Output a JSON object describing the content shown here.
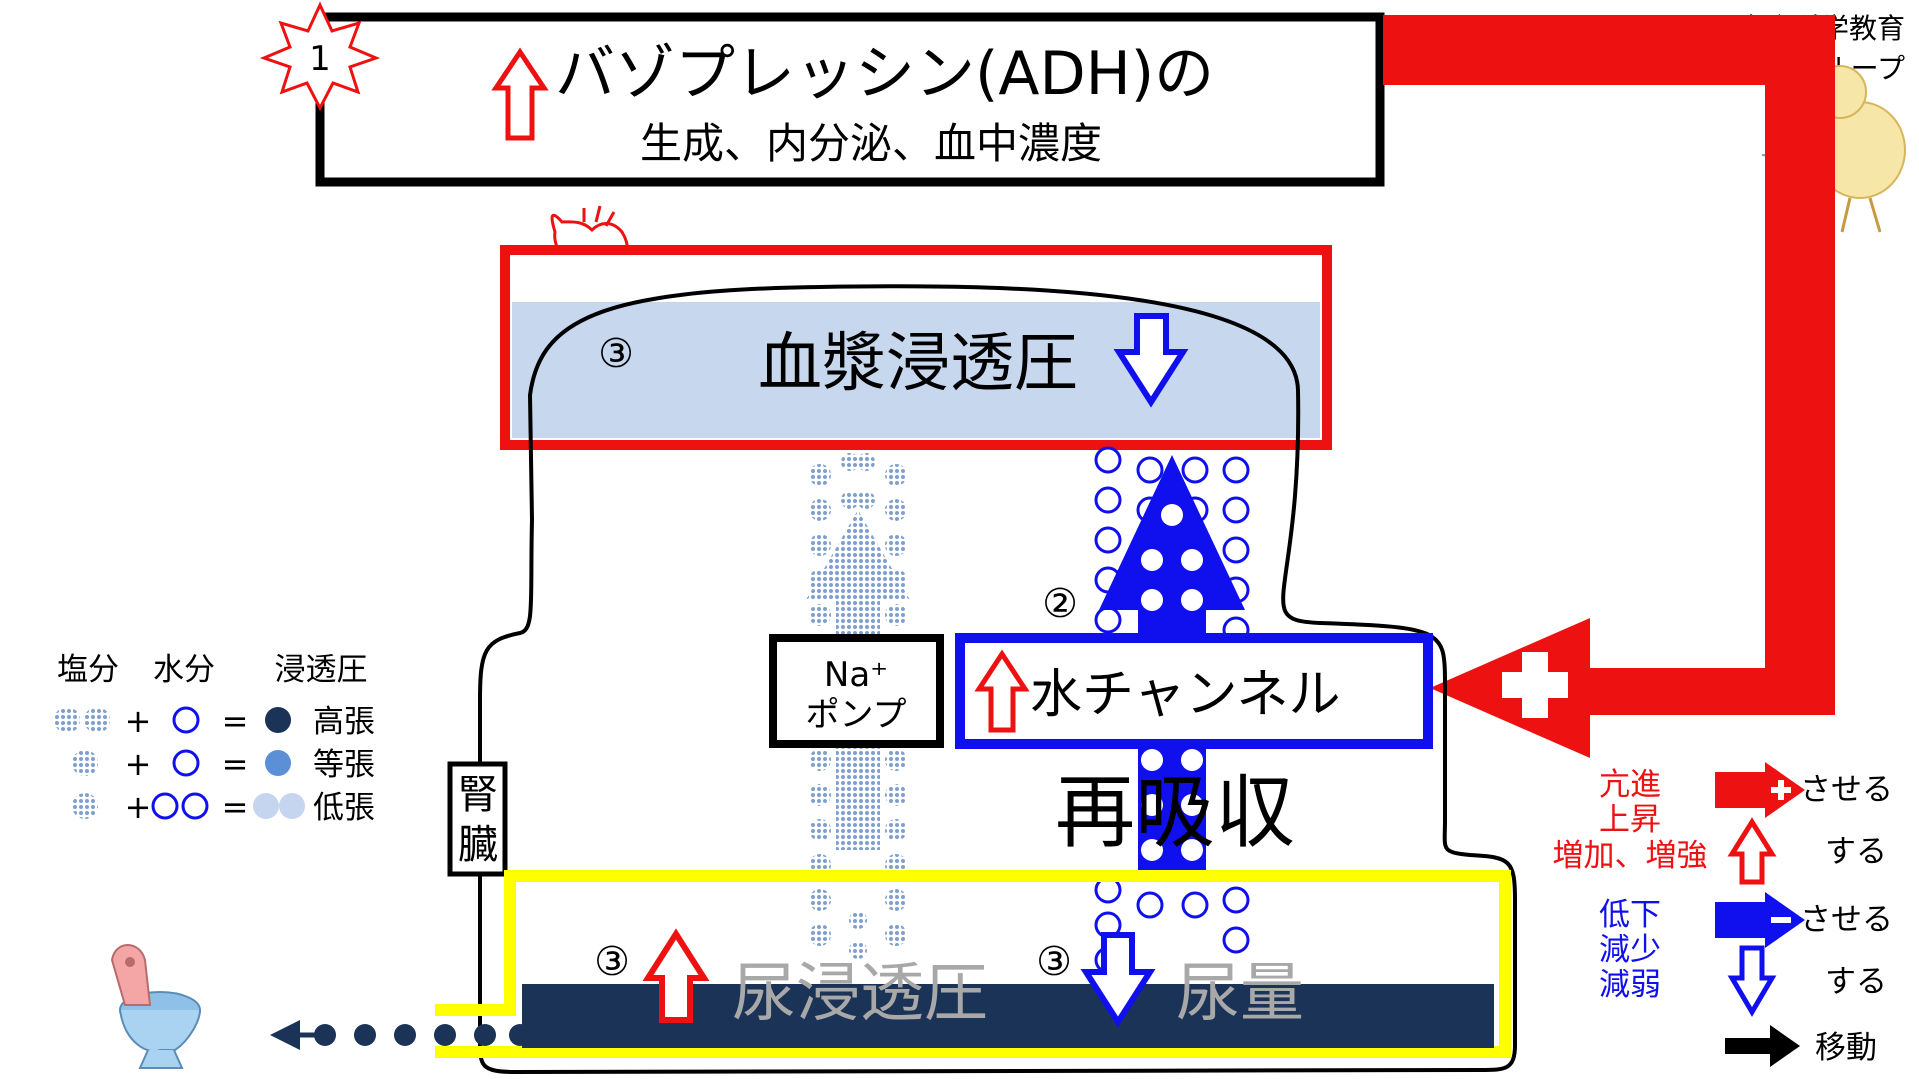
{
  "title": {
    "step_badge": "1",
    "line1": "バゾプレッシン(ADH)の",
    "line2": "生成、内分泌、血中濃度"
  },
  "copyright": {
    "line1": "©生命科学教育",
    "line2": "シェアリンググループ"
  },
  "plasma": {
    "step": "③",
    "label": "血漿浸透圧"
  },
  "reabsorption": {
    "step": "②",
    "water_channel_label": "水チャンネル",
    "na_pump_line1": "Na⁺",
    "na_pump_line2": "ポンプ",
    "reabsorb_label": "再吸収"
  },
  "kidney_label": {
    "line1": "腎",
    "line2": "臓"
  },
  "urine": {
    "osmo_step": "③",
    "osmo_label": "尿浸透圧",
    "volume_step": "③",
    "volume_label": "尿量"
  },
  "osmolarity_legend": {
    "header_salt": "塩分",
    "header_water": "水分",
    "header_osmo": "浸透圧",
    "plus": "+",
    "equals": "=",
    "row_high": "高張",
    "row_iso": "等張",
    "row_low": "低張"
  },
  "symbol_legend": {
    "promote_l1": "亢進",
    "promote_l2": "上昇",
    "promote_l3": "増加、増強",
    "promote_make": "させる",
    "promote_do": "する",
    "reduce_l1": "低下",
    "reduce_l2": "減少",
    "reduce_l3": "減弱",
    "reduce_make": "させる",
    "reduce_do": "する",
    "move": "移動"
  },
  "colors": {
    "red": "#ee1111",
    "blue": "#1010ee",
    "navy": "#1a3357",
    "plasma_fill": "#c7d7ee",
    "yellow": "#ffff00",
    "salt_dot": "#7fa0cf",
    "iso_dot": "#5b8fd6",
    "low_dot": "#c5d5ef"
  }
}
